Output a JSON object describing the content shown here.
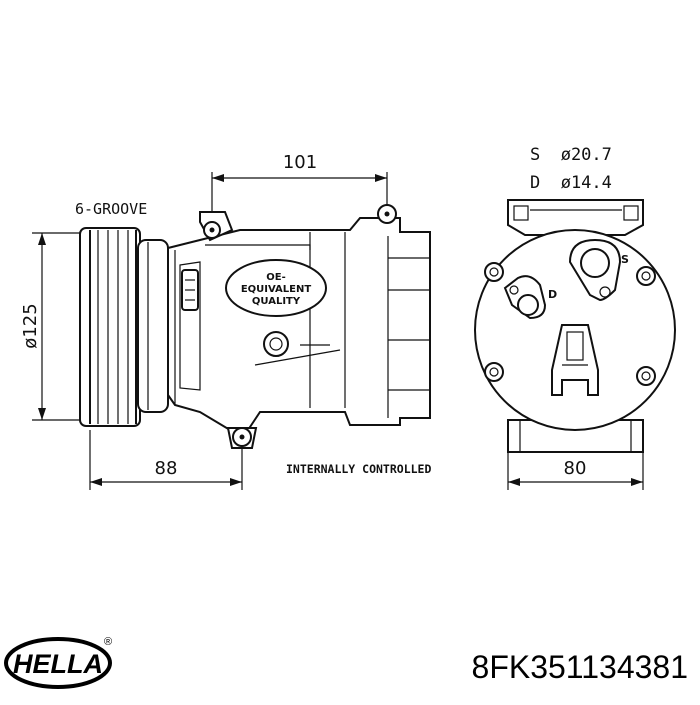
{
  "labels": {
    "groove": "6-GROOVE",
    "dim_top": "101",
    "dim_left": "ø125",
    "dim_bottom_left": "88",
    "dim_bottom_right": "80",
    "controlled": "INTERNALLY CONTROLLED",
    "suction_line": "S  ø20.7",
    "discharge_line": "D  ø14.4",
    "port_s": "S",
    "port_d": "D",
    "oe_line1": "OE-",
    "oe_line2": "EQUIVALENT",
    "oe_line3": "QUALITY"
  },
  "brand": {
    "logo_text": "HELLA",
    "registered": "®"
  },
  "part_number": "8FK351134381"
}
